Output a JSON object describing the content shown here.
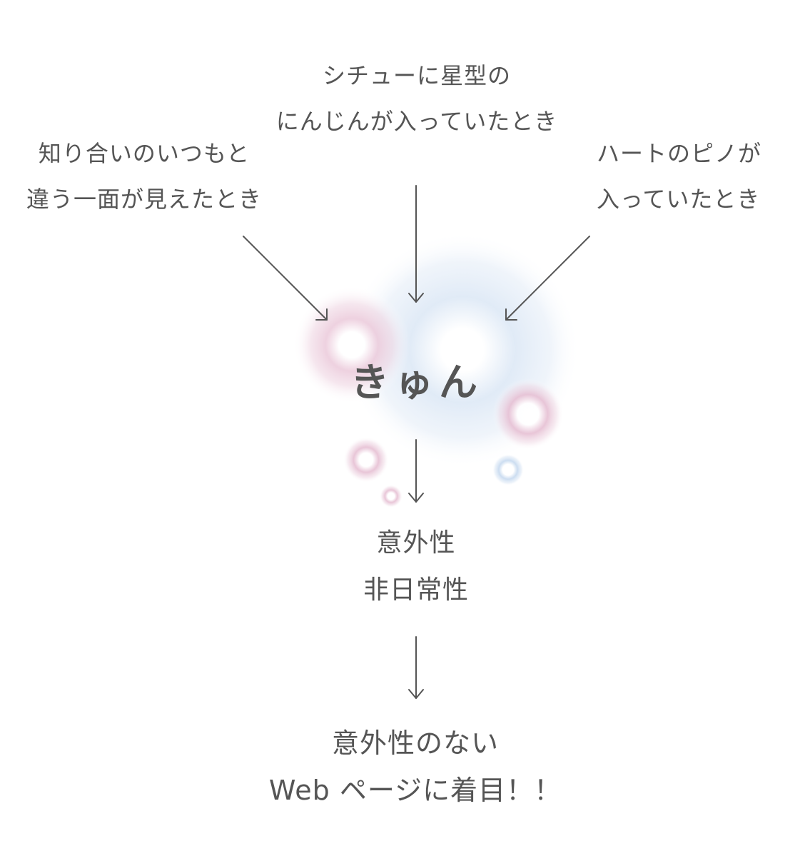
{
  "diagram": {
    "top_label": [
      "シチューに星型の",
      "にんじんが入っていたとき"
    ],
    "left_label": [
      "知り合いのいつもと",
      "違う一面が見えたとき"
    ],
    "right_label": [
      "ハートのピノが",
      "入っていたとき"
    ],
    "center_word": "きゅん",
    "result_label": [
      "意外性",
      "非日常性"
    ],
    "conclusion_label": [
      "意外性のない",
      "Web ページに着目！！"
    ]
  },
  "colors": {
    "text": "#555555",
    "arrow": "#555555",
    "glow_blue": "#c9dbf0",
    "glow_pink": "#d9a9c6"
  }
}
